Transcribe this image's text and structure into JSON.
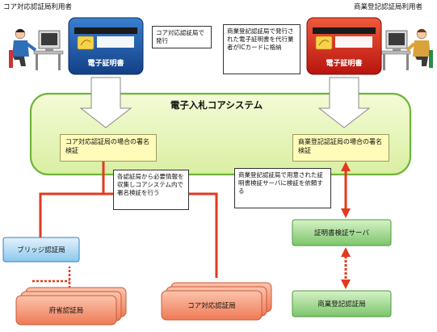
{
  "users": {
    "left_user": "コア対応認証局利用者",
    "right_user": "商業登記認証局利用者"
  },
  "cards": {
    "left_label": "電子証明書",
    "right_label": "電子証明書"
  },
  "notes": {
    "core_issue": "コア対応認証局で発行",
    "commercial_issue": "商業登記認証局で発行された電子証明書を代行業者がICカードに格納",
    "collect_info": "各認証局から必要情報を収集しコアシステム内で署名検証を行う",
    "verify_request": "商業登記認証局で用意された証明書検証サーバに検証を依頼する"
  },
  "system": {
    "title": "電子入札コアシステム",
    "left_case": "コア対応認証局の場合の署名検証",
    "right_case": "商業登記認証局の場合の署名検証"
  },
  "nodes": {
    "bridge": "ブリッジ認証局",
    "ministry": "府省認証局",
    "core_ca": "コア対応認証局",
    "verify_server": "証明書検証サーバ",
    "commercial_ca": "商業登記認証局"
  },
  "colors": {
    "left_card": "#1e5aa8",
    "right_card": "#d9231c",
    "system_fill": "#e9f5b8",
    "system_border": "#6eb53a",
    "case_fill": "#fffbb8",
    "bridge_fill": "#bfe0f5",
    "salmon_fill": "#f7a184",
    "green_node": "#9fd88a",
    "red_line": "#e23a1f"
  }
}
